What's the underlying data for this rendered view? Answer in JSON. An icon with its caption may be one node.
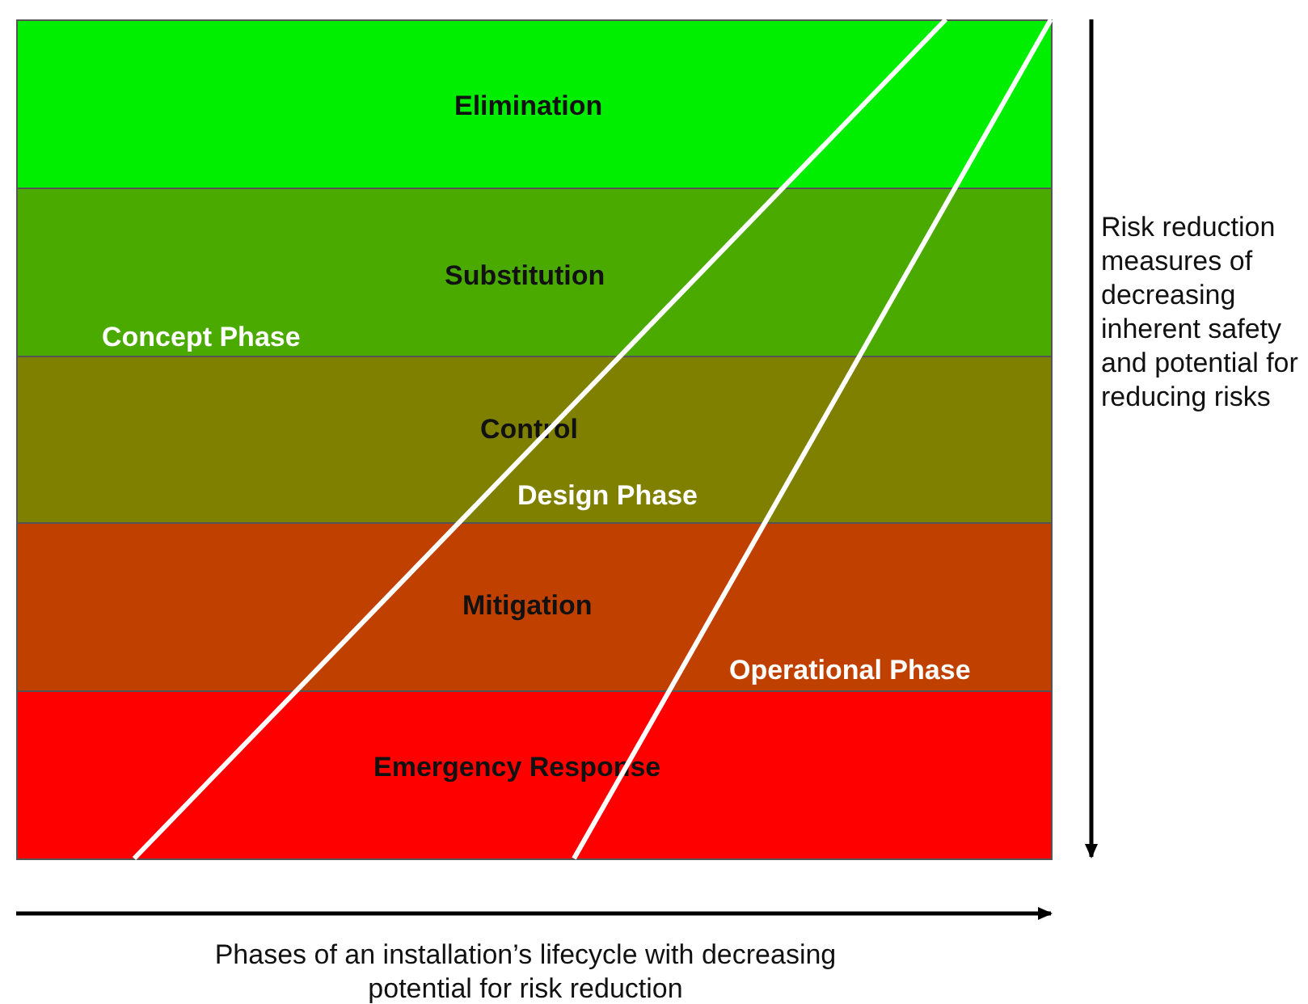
{
  "diagram": {
    "nodes": [
      {
        "text": [
          "Elimination"
        ]
      },
      {
        "text": [
          "Substitution"
        ]
      },
      {
        "text": [
          "Control"
        ]
      },
      {
        "text": [
          "Mitigation"
        ]
      },
      {
        "text": [
          "Emergency Response"
        ]
      }
    ],
    "labels": [
      "Concept Phase",
      "Design Phase",
      "Operational Phase",
      "Risk reduction measures of decreasing inherent safety and potential for reducing risks",
      "Phases of an installation’s lifecycle with decreasing potential for risk reduction"
    ]
  }
}
